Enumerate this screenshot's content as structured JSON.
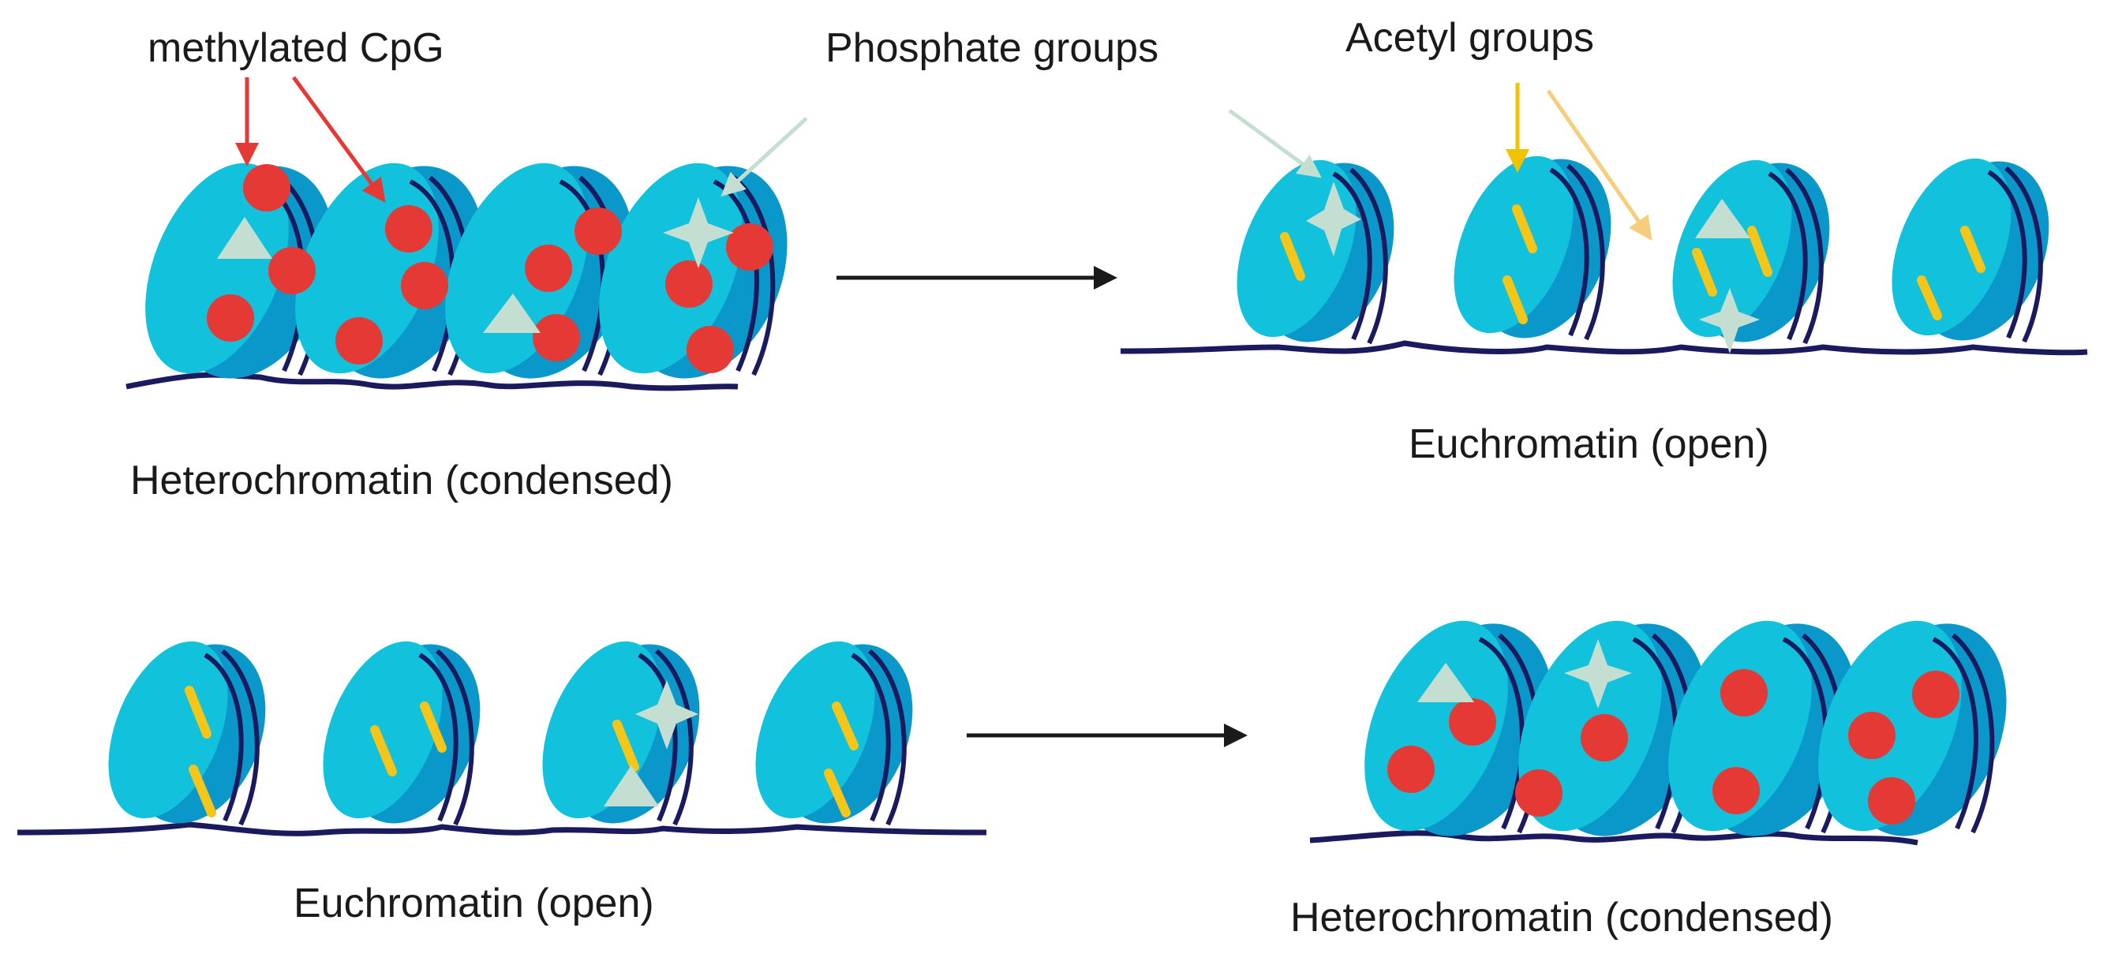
{
  "labels": {
    "methylated_cpg": "methylated CpG",
    "phosphate_groups": "Phosphate groups",
    "acetyl_groups": "Acetyl groups",
    "top_left_state": "Heterochromatin (condensed)",
    "top_right_state": "Euchromatin (open)",
    "bottom_left_state": "Euchromatin (open)",
    "bottom_right_state": "Heterochromatin (condensed)"
  },
  "colors": {
    "nucleosome_front": "#12c1dc",
    "nucleosome_back": "#0a97c9",
    "dna": "#1c1a5e",
    "methyl": "#e53935",
    "phosphate": "#c5ded2",
    "acetyl": "#f5c518",
    "arrow": "#1a1a1a",
    "methyl_arrow": "#e53935",
    "phosphate_arrow": "#c5ded2",
    "acetyl_arrow_solid": "#f2c200",
    "acetyl_arrow_light": "#f6cd7a"
  },
  "legend_icons": [
    "methyl-dot-icon",
    "phosphate-triangle-icon",
    "phosphate-star-icon",
    "acetyl-bar-icon"
  ]
}
